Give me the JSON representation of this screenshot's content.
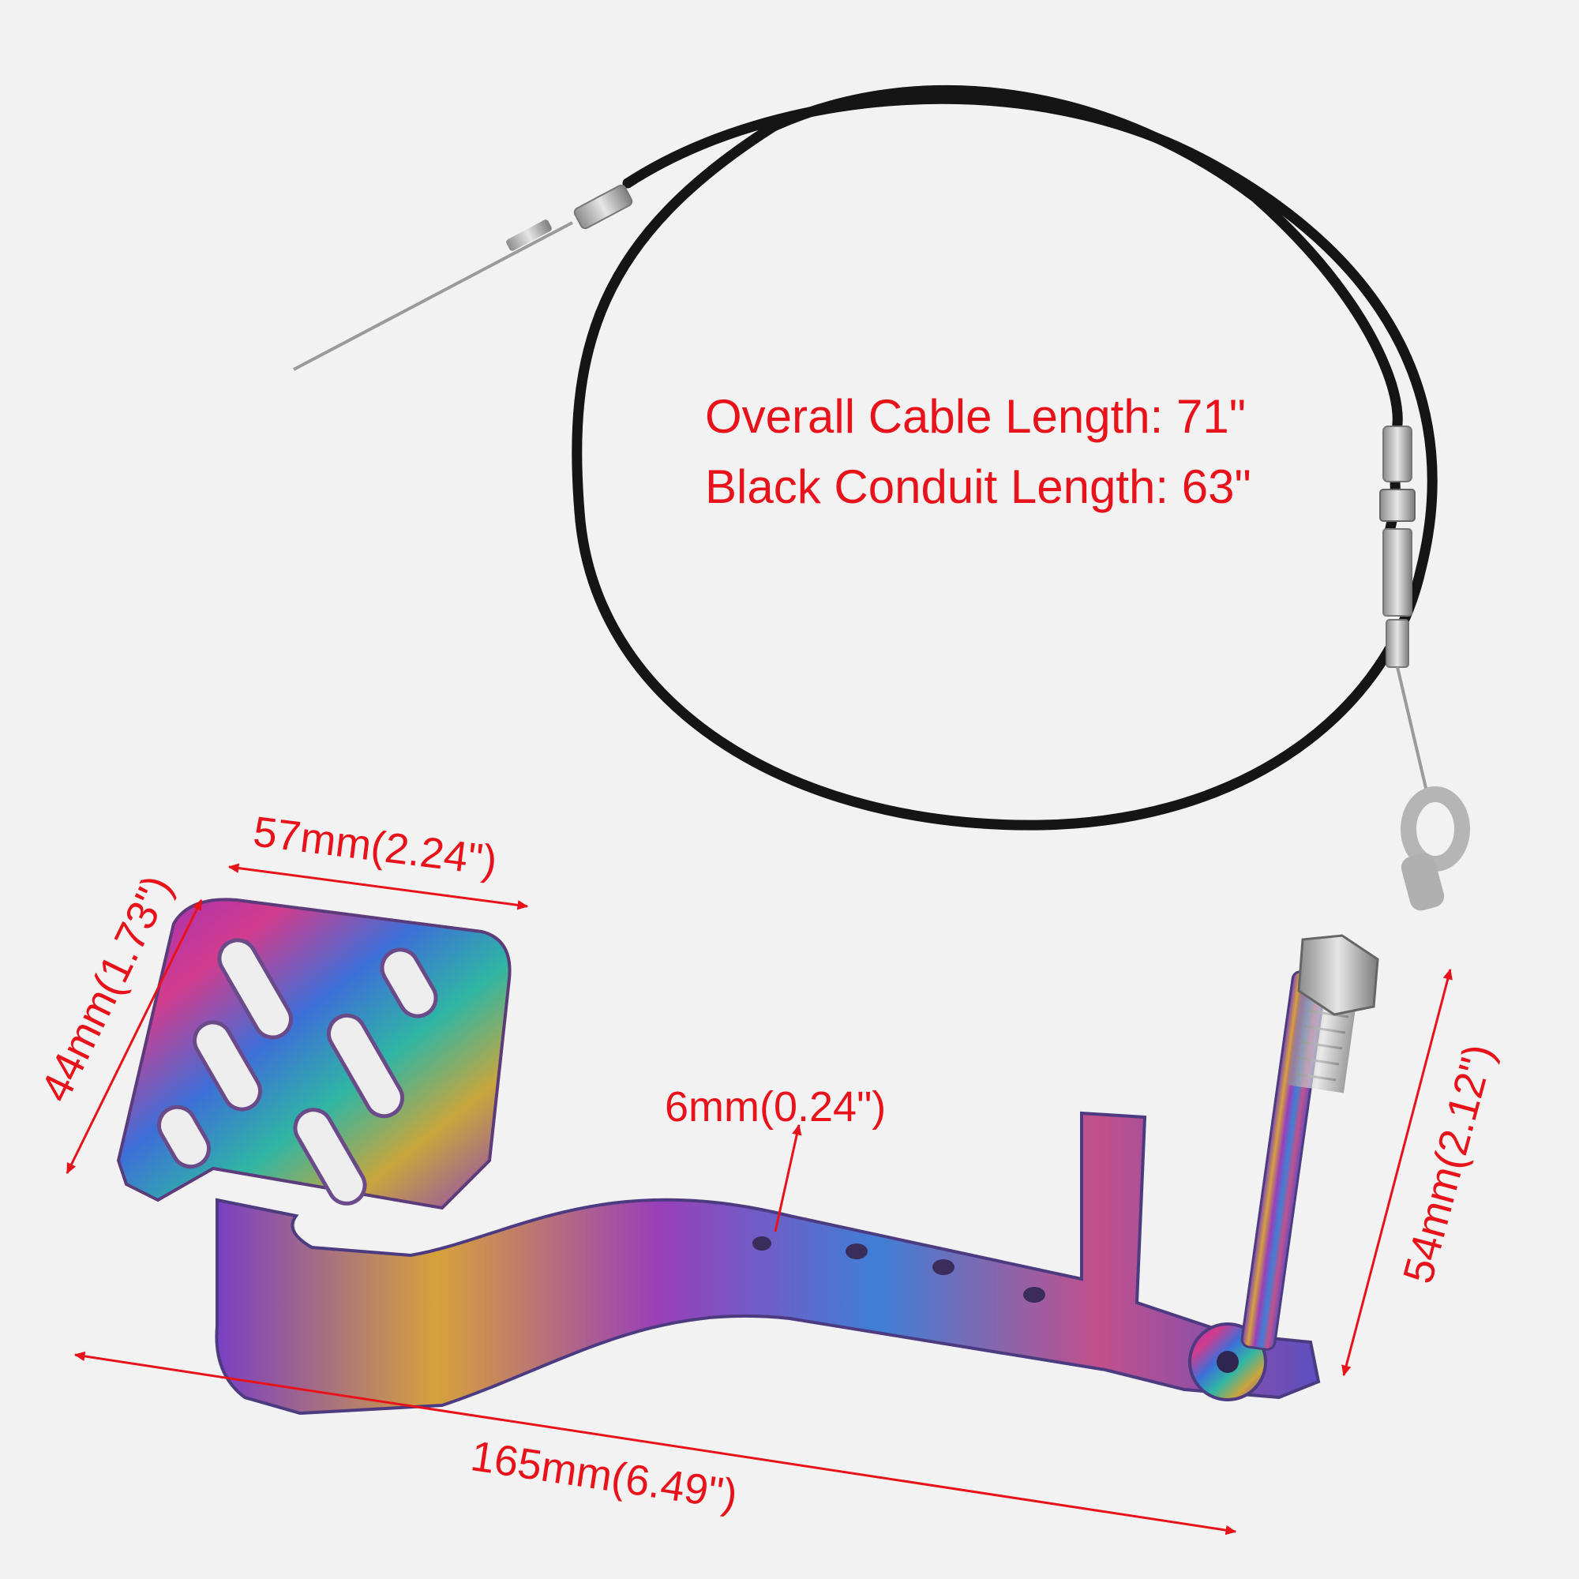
{
  "colors": {
    "background": "#f2f2f2",
    "annotation": "#e8121a",
    "cable": "#151515"
  },
  "cable_specs": {
    "overall": "Overall Cable Length: 71\"",
    "conduit": "Black Conduit Length: 63\""
  },
  "dimensions": {
    "pad_width": "57mm(2.24\")",
    "pad_height": "44mm(1.73\")",
    "hole": "6mm(0.24\")",
    "arm_length": "165mm(6.49\")",
    "bolt_height": "54mm(2.12\")"
  }
}
